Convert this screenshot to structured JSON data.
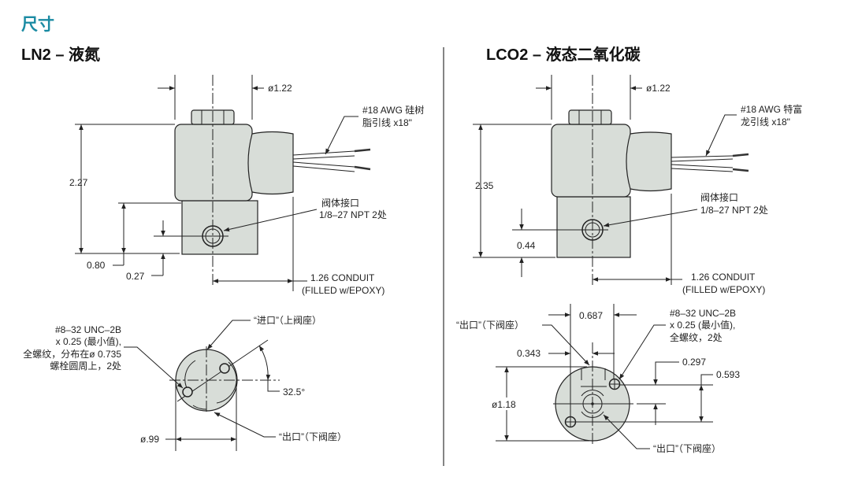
{
  "section_title": "尺寸",
  "ln2": {
    "title": "LN2 – 液氮",
    "dia_top": "ø1.22",
    "height": "2.27",
    "dim_080": "0.80",
    "dim_027": "0.27",
    "wire_line1": "#18 AWG 硅树",
    "wire_line2": "脂引线 x18\"",
    "port_line1": "阀体接口",
    "port_line2": "1/8–27 NPT 2处",
    "conduit_line1": "1.26 CONDUIT",
    "conduit_line2": "(FILLED w/EPOXY)",
    "thread_line1": "#8–32 UNC–2B",
    "thread_line2": "x 0.25 (最小值),",
    "thread_line3": "全螺纹，分布在ø 0.735",
    "thread_line4": "螺栓圆周上，2处",
    "inlet": "“进口”（上阀座）",
    "angle": "32.5°",
    "dia_bottom": "ø.99",
    "outlet": "“出口”（下阀座）"
  },
  "lco2": {
    "title": "LCO2 – 液态二氧化碳",
    "dia_top": "ø1.22",
    "height": "2.35",
    "dim_044": "0.44",
    "wire_line1": "#18 AWG 特富",
    "wire_line2": "龙引线 x18\"",
    "port_line1": "阀体接口",
    "port_line2": "1/8–27 NPT 2处",
    "conduit_line1": "1.26 CONDUIT",
    "conduit_line2": "(FILLED w/EPOXY)",
    "dim_0687": "0.687",
    "outlet_top": "“出口”（下阀座）",
    "dim_0343": "0.343",
    "thread_line1": "#8–32 UNC–2B",
    "thread_line2": "x 0.25 (最小值),",
    "thread_line3": "全螺纹，2处",
    "dim_0297": "0.297",
    "dim_0593": "0.593",
    "dia_bottom": "ø1.18",
    "outlet_bottom": "“出口”（下阀座）"
  }
}
